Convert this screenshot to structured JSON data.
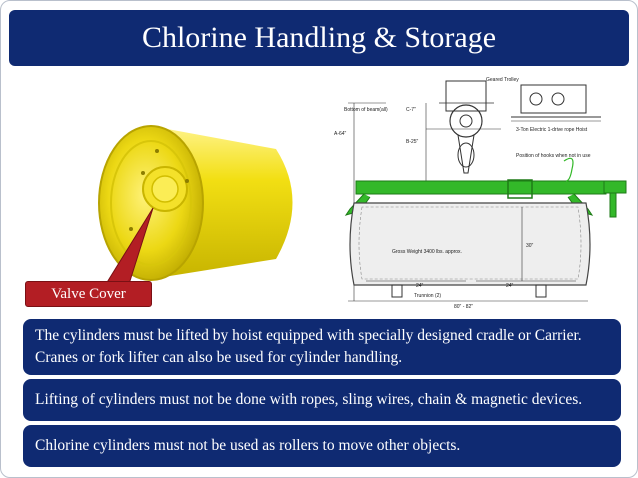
{
  "slide": {
    "title": "Chlorine Handling & Storage",
    "callout_label": "Valve Cover",
    "bullets": [
      "The cylinders must be lifted by hoist equipped with specially designed cradle or Carrier. Cranes or fork lifter can also be used for cylinder handling.",
      "Lifting of cylinders must not be done with ropes, sling wires, chain & magnetic devices.",
      "Chlorine cylinders must not be used as rollers to move other objects."
    ]
  },
  "diagram": {
    "labels": {
      "geared_trolley": "Geared Trolley",
      "bottom_of_beam": "Bottom of beam(all)",
      "dim_a": "A-64\"",
      "dim_b": "B-25\"",
      "dim_c": "C-7\"",
      "hoist": "3-Ton Electric 1-drive rope Hoist",
      "hooks": "Position of hooks when not in use",
      "gross_weight": "Gross Weight 3400 lbs. approx.",
      "height": "30\"",
      "dim_24_left": "24\"",
      "dim_24_right": "24\"",
      "trunnion": "Trunnion (2)",
      "length": "80\" - 82\""
    }
  },
  "colors": {
    "title_bg": "#0f2a72",
    "box_bg": "#0f2a72",
    "callout_bg": "#b31e24",
    "cylinder_yellow": "#f2df13",
    "cradle_green": "#33b829"
  }
}
